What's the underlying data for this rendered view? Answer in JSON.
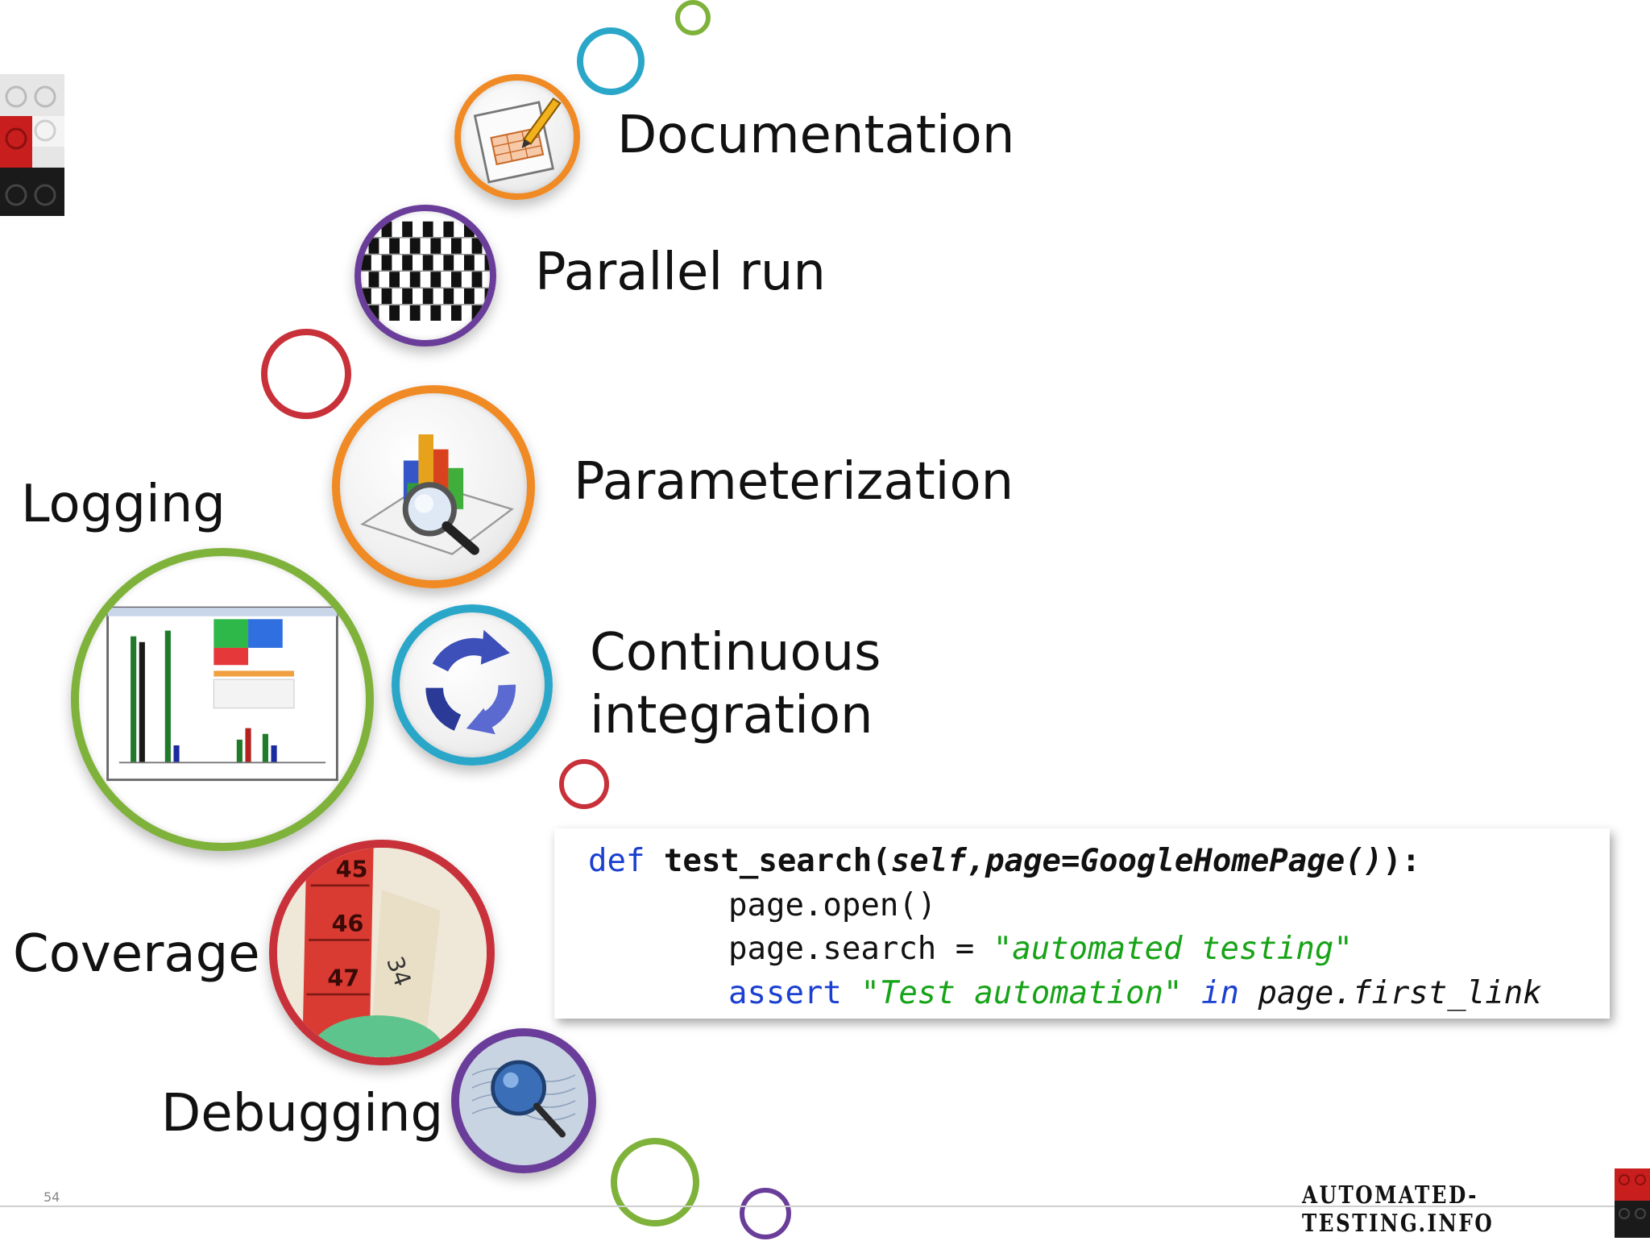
{
  "labels": {
    "documentation": "Documentation",
    "parallel_run": "Parallel run",
    "parameterization": "Parameterization",
    "continuous": "Continuous",
    "integration": "integration",
    "logging": "Logging",
    "coverage": "Coverage",
    "debugging": "Debugging"
  },
  "code": {
    "l1_kw": "def",
    "l1_fn": " test_search(",
    "l1_args": "self,page=GoogleHomePage()",
    "l1_end": "):",
    "l2": "page.open()",
    "l3_a": "page.search = ",
    "l3_str": "\"automated testing\"",
    "l4_kw": "assert",
    "l4_str": " \"Test automation\"",
    "l4_in": " in",
    "l4_rest": " page.first_link"
  },
  "footer": {
    "slide_number": "54",
    "site": "AUTOMATED-TESTING.INFO"
  },
  "colors": {
    "orange": "#f08a24",
    "purple": "#6a3d9a",
    "red": "#c8313a",
    "teal": "#2aa6c9",
    "green": "#7fb23a",
    "keyword_blue": "#1a3fd1",
    "string_green": "#17a317"
  },
  "icons": {
    "documentation": "spreadsheet-pencil-icon",
    "parallel_run": "cafe-wall-illusion-icon",
    "parameterization": "bar-chart-magnifier-icon",
    "continuous_integration": "circular-arrows-icon",
    "logging": "report-screenshot-icon",
    "coverage": "measuring-tape-icon",
    "debugging": "magnifier-fingerprint-icon"
  }
}
